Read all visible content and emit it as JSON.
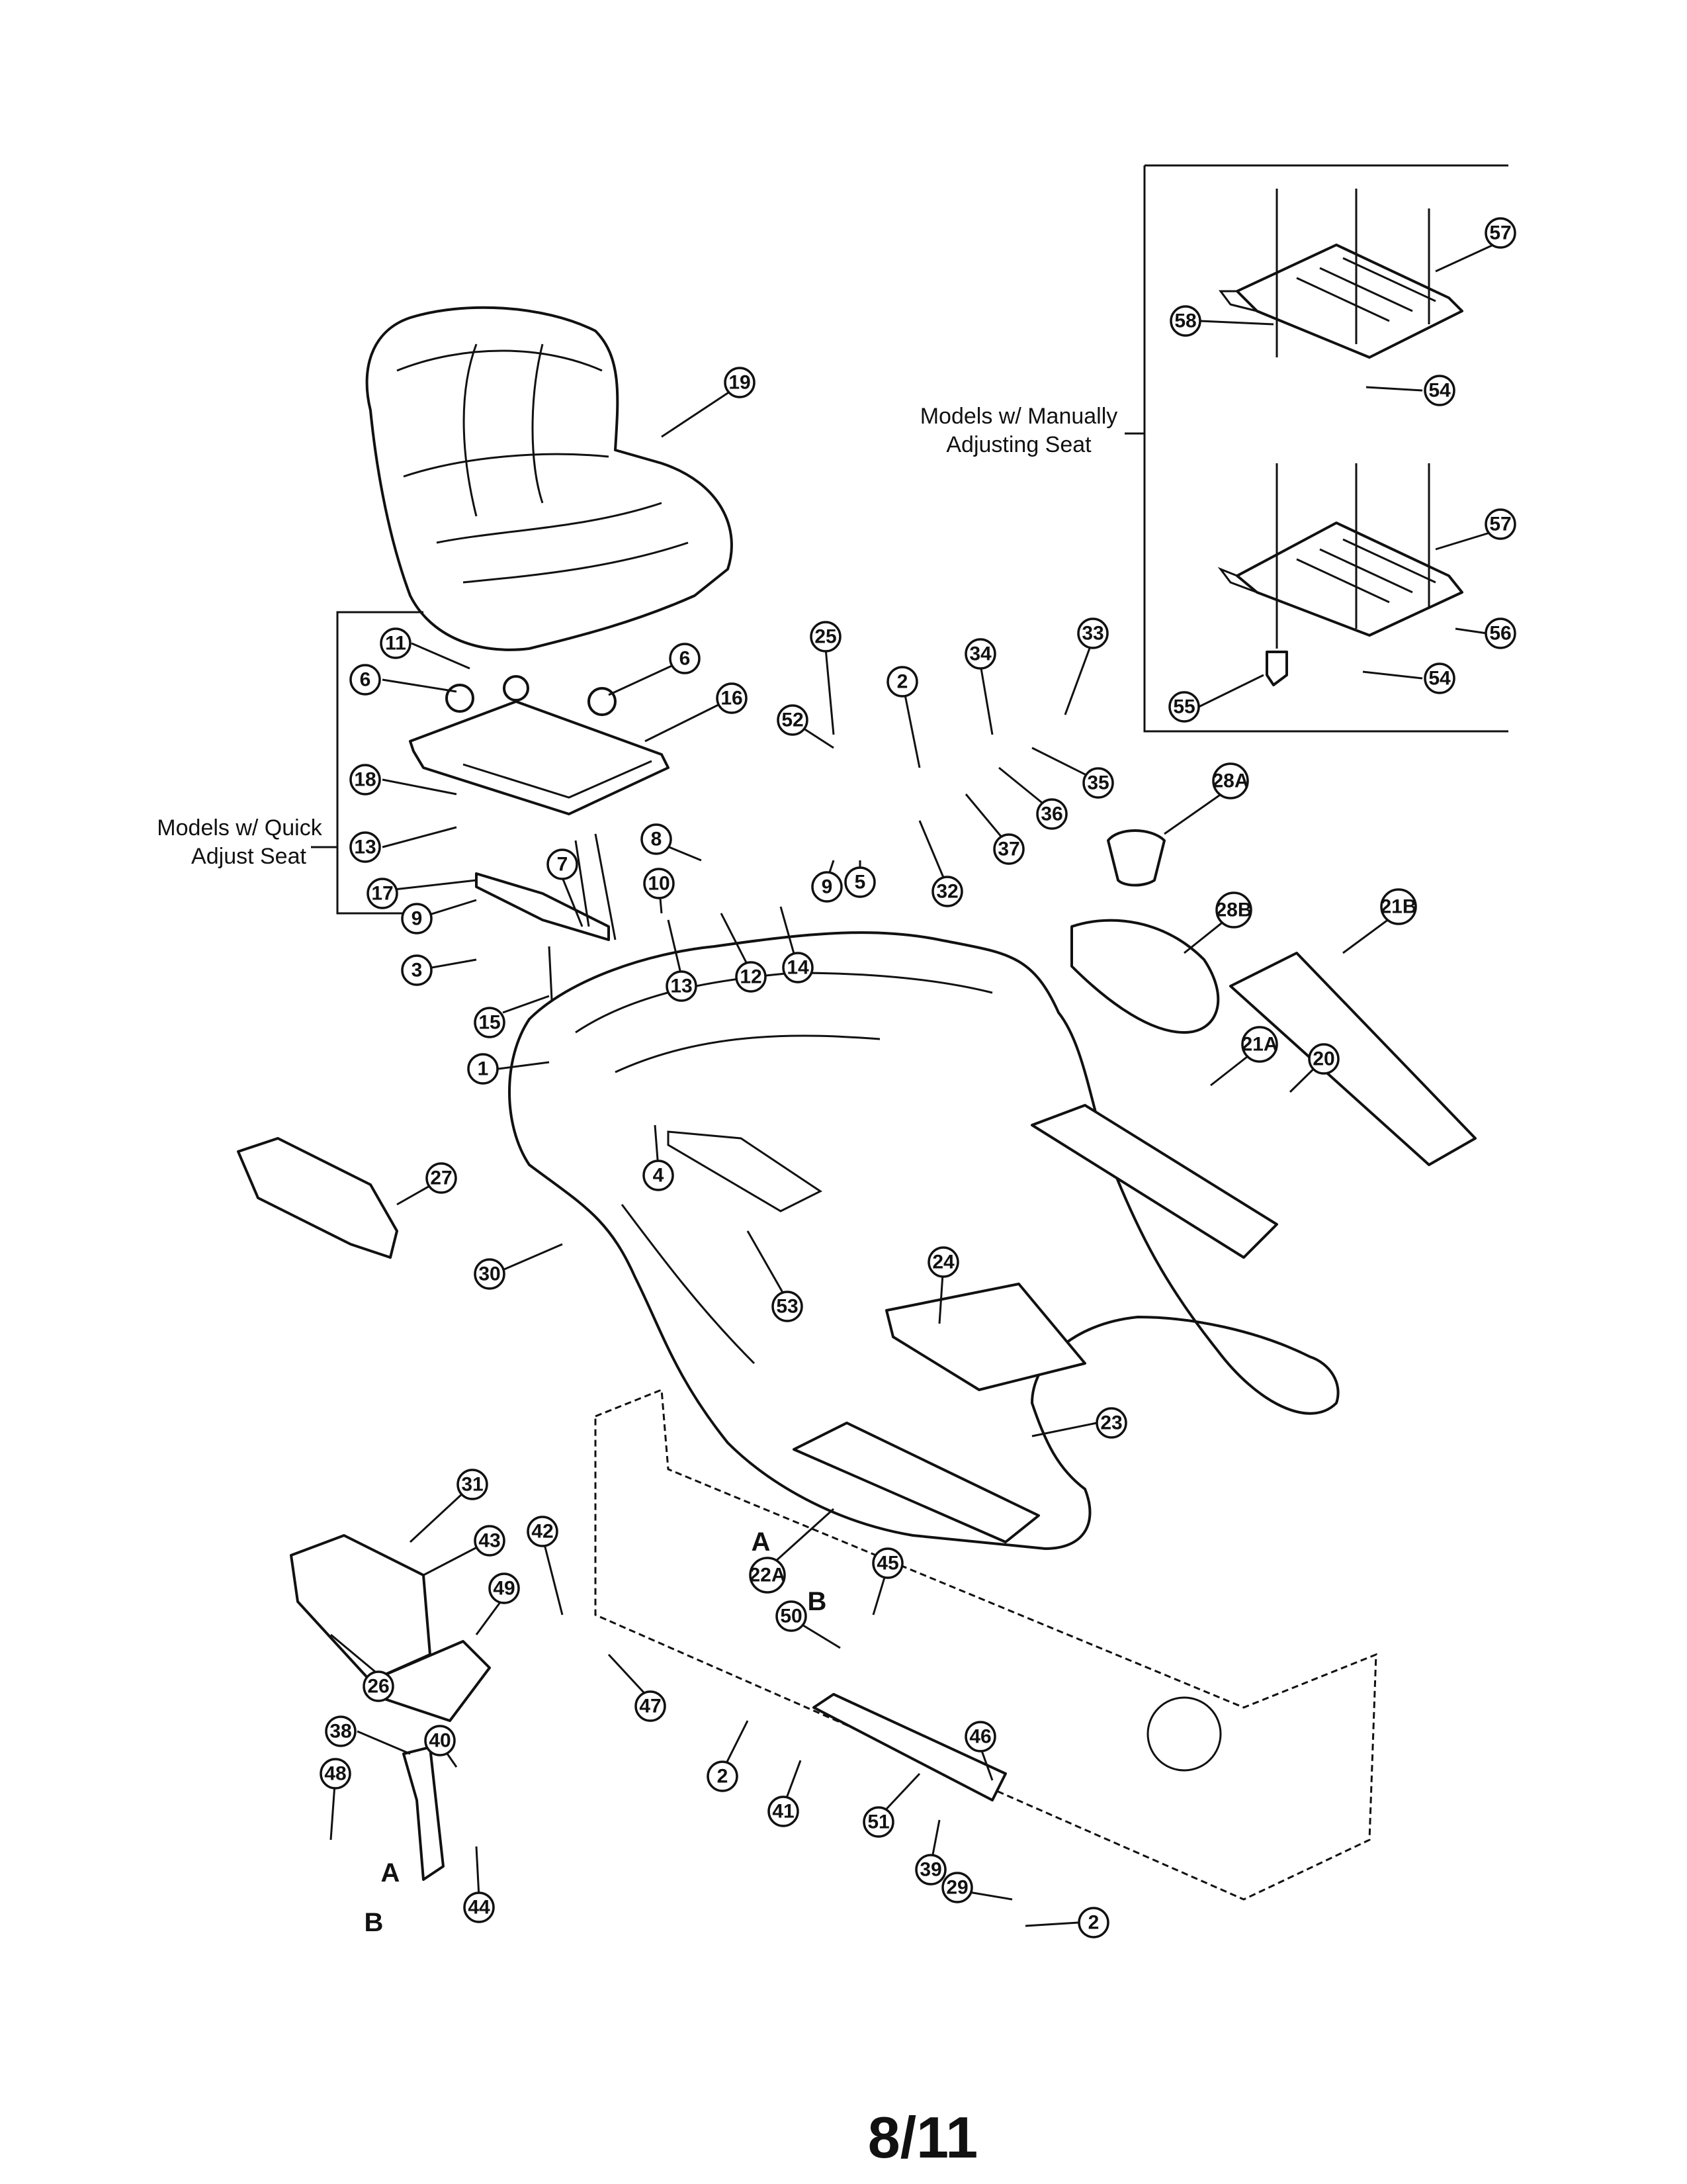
{
  "captions": {
    "manual_seat": [
      "Models w/ Manually",
      "Adjusting Seat"
    ],
    "quick_seat": [
      "Models w/ Quick",
      "Adjust Seat"
    ]
  },
  "page_number": "8/11",
  "letters": [
    "A",
    "B",
    "A",
    "B"
  ],
  "callouts": [
    "57",
    "58",
    "54",
    "57",
    "56",
    "55",
    "54",
    "19",
    "11",
    "6",
    "6",
    "16",
    "18",
    "13",
    "17",
    "9",
    "3",
    "15",
    "1",
    "7",
    "8",
    "10",
    "13",
    "12",
    "14",
    "9",
    "5",
    "25",
    "52",
    "2",
    "32",
    "34",
    "33",
    "35",
    "36",
    "37",
    "28A",
    "28B",
    "21B",
    "21A",
    "20",
    "27",
    "4",
    "30",
    "53",
    "24",
    "23",
    "22A",
    "31",
    "43",
    "26",
    "42",
    "47",
    "49",
    "38",
    "40",
    "48",
    "44",
    "45",
    "50",
    "2",
    "41",
    "51",
    "46",
    "39",
    "29",
    "2"
  ]
}
